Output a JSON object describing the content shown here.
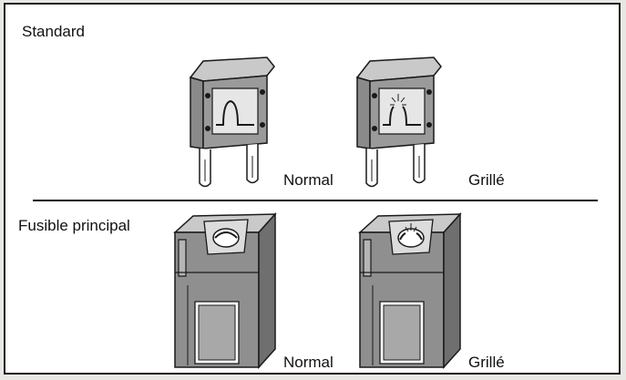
{
  "sections": {
    "standard": {
      "title": "Standard",
      "normal_label": "Normal",
      "blown_label": "Grillé"
    },
    "main": {
      "title": "Fusible principal",
      "normal_label": "Normal",
      "blown_label": "Grillé"
    }
  },
  "colors": {
    "line": "#1a1a1a",
    "fuse_body": "#8a8a8a",
    "fuse_light": "#c9c9c9",
    "frame_bg": "#ffffff"
  }
}
